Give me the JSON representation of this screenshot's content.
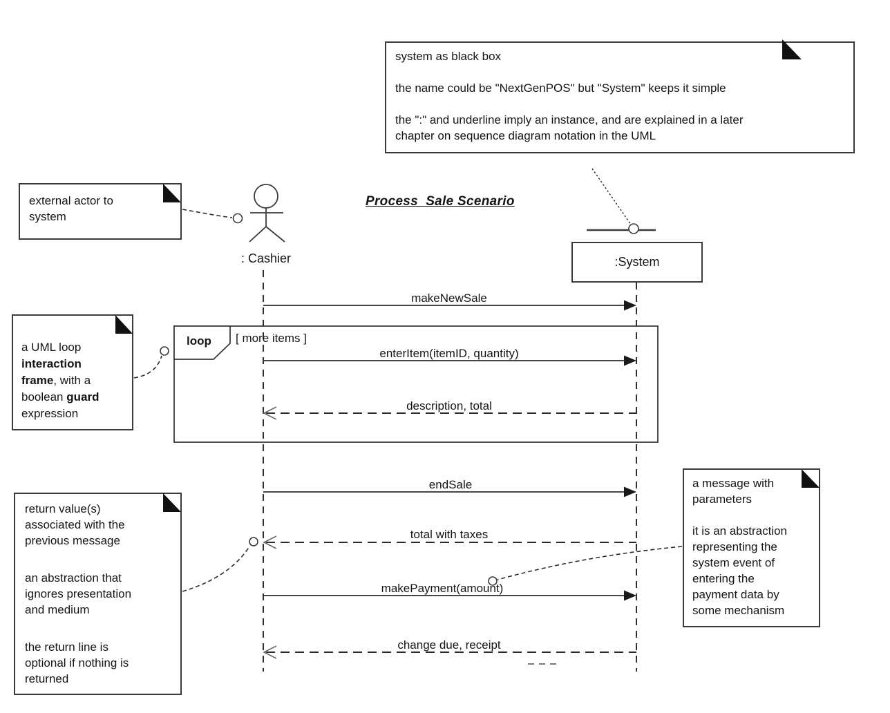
{
  "title": "Process  Sale Scenario",
  "participants": {
    "cashier": {
      "label": ": Cashier"
    },
    "system": {
      "label": ":System"
    }
  },
  "loop_frame": {
    "operator": "loop",
    "guard": "[ more items ]"
  },
  "messages": {
    "make_new_sale": "makeNewSale",
    "enter_item": "enterItem(itemID, quantity)",
    "description_total": "description, total",
    "end_sale": "endSale",
    "total_with_taxes": "total with taxes",
    "make_payment": "makePayment(amount)",
    "change_due_receipt": "change due, receipt"
  },
  "notes": {
    "system_black_box": {
      "p1": "system as black box",
      "p2": "the name could be \"NextGenPOS\" but \"System\" keeps it simple",
      "p3": "the \":\" and underline imply an instance, and are explained in a later\nchapter on sequence diagram notation in the UML"
    },
    "external_actor": {
      "text": "external actor to\nsystem"
    },
    "loop_note": {
      "seg1": "a UML loop\n",
      "seg2": "interaction\nframe",
      "seg3": ", with a\nboolean ",
      "seg4": "guard",
      "seg5": "\nexpression"
    },
    "return_values": {
      "p1": "return value(s)\nassociated with the\nprevious message",
      "p2": "an abstraction that\nignores presentation\nand medium",
      "p3": "the return line is\noptional if nothing is\nreturned"
    },
    "message_params": {
      "p1": "a message with\nparameters",
      "p2": "it is an abstraction\nrepresenting the\nsystem event of\nentering the\npayment data by\nsome mechanism"
    }
  },
  "colors": {
    "line": "#3a3a3a",
    "text": "#151515",
    "note_fold": "#111111"
  }
}
